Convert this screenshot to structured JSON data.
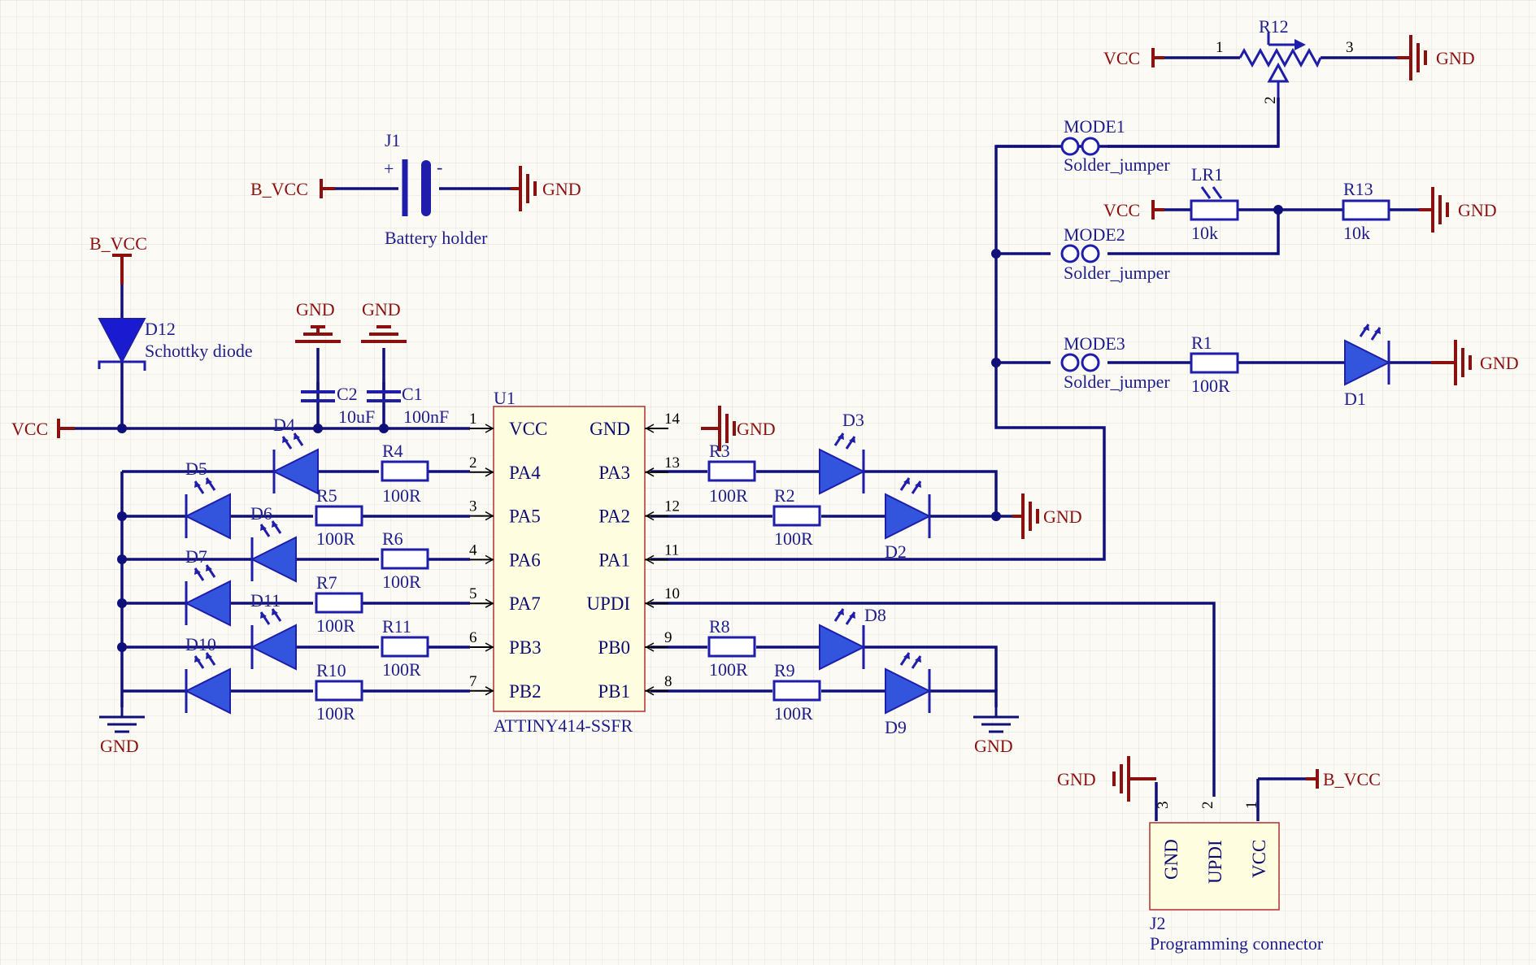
{
  "nets": {
    "vcc": "VCC",
    "bvcc": "B_VCC",
    "gnd": "GND"
  },
  "u1": {
    "ref": "U1",
    "part": "ATTINY414-SSFR",
    "left_pins": [
      {
        "num": "1",
        "name": "VCC"
      },
      {
        "num": "2",
        "name": "PA4"
      },
      {
        "num": "3",
        "name": "PA5"
      },
      {
        "num": "4",
        "name": "PA6"
      },
      {
        "num": "5",
        "name": "PA7"
      },
      {
        "num": "6",
        "name": "PB3"
      },
      {
        "num": "7",
        "name": "PB2"
      }
    ],
    "right_pins": [
      {
        "num": "14",
        "name": "GND"
      },
      {
        "num": "13",
        "name": "PA3"
      },
      {
        "num": "12",
        "name": "PA2"
      },
      {
        "num": "11",
        "name": "PA1"
      },
      {
        "num": "10",
        "name": "UPDI"
      },
      {
        "num": "9",
        "name": "PB0"
      },
      {
        "num": "8",
        "name": "PB1"
      }
    ]
  },
  "j1": {
    "ref": "J1",
    "desc": "Battery holder",
    "plus": "+",
    "minus": "-"
  },
  "d12": {
    "ref": "D12",
    "desc": "Schottky diode"
  },
  "c2": {
    "ref": "C2",
    "value": "10uF"
  },
  "c1": {
    "ref": "C1",
    "value": "100nF"
  },
  "leds": [
    "D1",
    "D2",
    "D3",
    "D4",
    "D5",
    "D6",
    "D7",
    "D8",
    "D9",
    "D10",
    "D11"
  ],
  "resistors": {
    "r1": {
      "ref": "R1",
      "value": "100R"
    },
    "r2": {
      "ref": "R2",
      "value": "100R"
    },
    "r3": {
      "ref": "R3",
      "value": "100R"
    },
    "r4": {
      "ref": "R4",
      "value": "100R"
    },
    "r5": {
      "ref": "R5",
      "value": "100R"
    },
    "r6": {
      "ref": "R6",
      "value": "100R"
    },
    "r7": {
      "ref": "R7",
      "value": "100R"
    },
    "r8": {
      "ref": "R8",
      "value": "100R"
    },
    "r9": {
      "ref": "R9",
      "value": "100R"
    },
    "r10": {
      "ref": "R10",
      "value": "100R"
    },
    "r11": {
      "ref": "R11",
      "value": "100R"
    },
    "r13": {
      "ref": "R13",
      "value": "10k"
    }
  },
  "lr1": {
    "ref": "LR1",
    "value": "10k"
  },
  "r12": {
    "ref": "R12",
    "pin1": "1",
    "pin2": "2",
    "pin3": "3"
  },
  "jumpers": [
    {
      "ref": "MODE1",
      "desc": "Solder_jumper"
    },
    {
      "ref": "MODE2",
      "desc": "Solder_jumper"
    },
    {
      "ref": "MODE3",
      "desc": "Solder_jumper"
    }
  ],
  "j2": {
    "ref": "J2",
    "desc": "Programming connector",
    "pins": [
      {
        "num": "3",
        "name": "GND"
      },
      {
        "num": "2",
        "name": "UPDI"
      },
      {
        "num": "1",
        "name": "VCC"
      }
    ]
  }
}
